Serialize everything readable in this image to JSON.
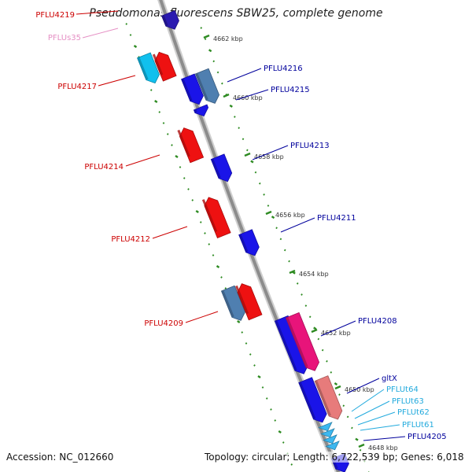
{
  "title": "Pseudomonas fluorescens SBW25, complete genome",
  "footer": {
    "accession": "Accession: NC_012660",
    "summary": "Topology: circular; Length: 6,722,539 bp; Genes: 6,018"
  },
  "colors": {
    "backbone": "#8c8c8c",
    "tick": "#2e8b22",
    "label_left_red": "#cc0000",
    "label_left_pink": "#e58fc4",
    "label_right_blue": "#00009c",
    "label_right_cyan": "#22aadd"
  },
  "kbp_ticks": [
    "4662 kbp",
    "4660 kbp",
    "4658 kbp",
    "4656 kbp",
    "4654 kbp",
    "4652 kbp",
    "4650 kbp",
    "4648 kbp"
  ],
  "gene_labels_left": [
    "PFLU4219",
    "PFLUs35",
    "PFLU4217",
    "PFLU4214",
    "PFLU4212",
    "PFLU4209"
  ],
  "gene_labels_right": [
    "PFLU4216",
    "PFLU4215",
    "PFLU4213",
    "PFLU4211",
    "PFLU4208",
    "gltX",
    "PFLUt64",
    "PFLUt63",
    "PFLUt62",
    "PFLUt61",
    "PFLU4205"
  ]
}
